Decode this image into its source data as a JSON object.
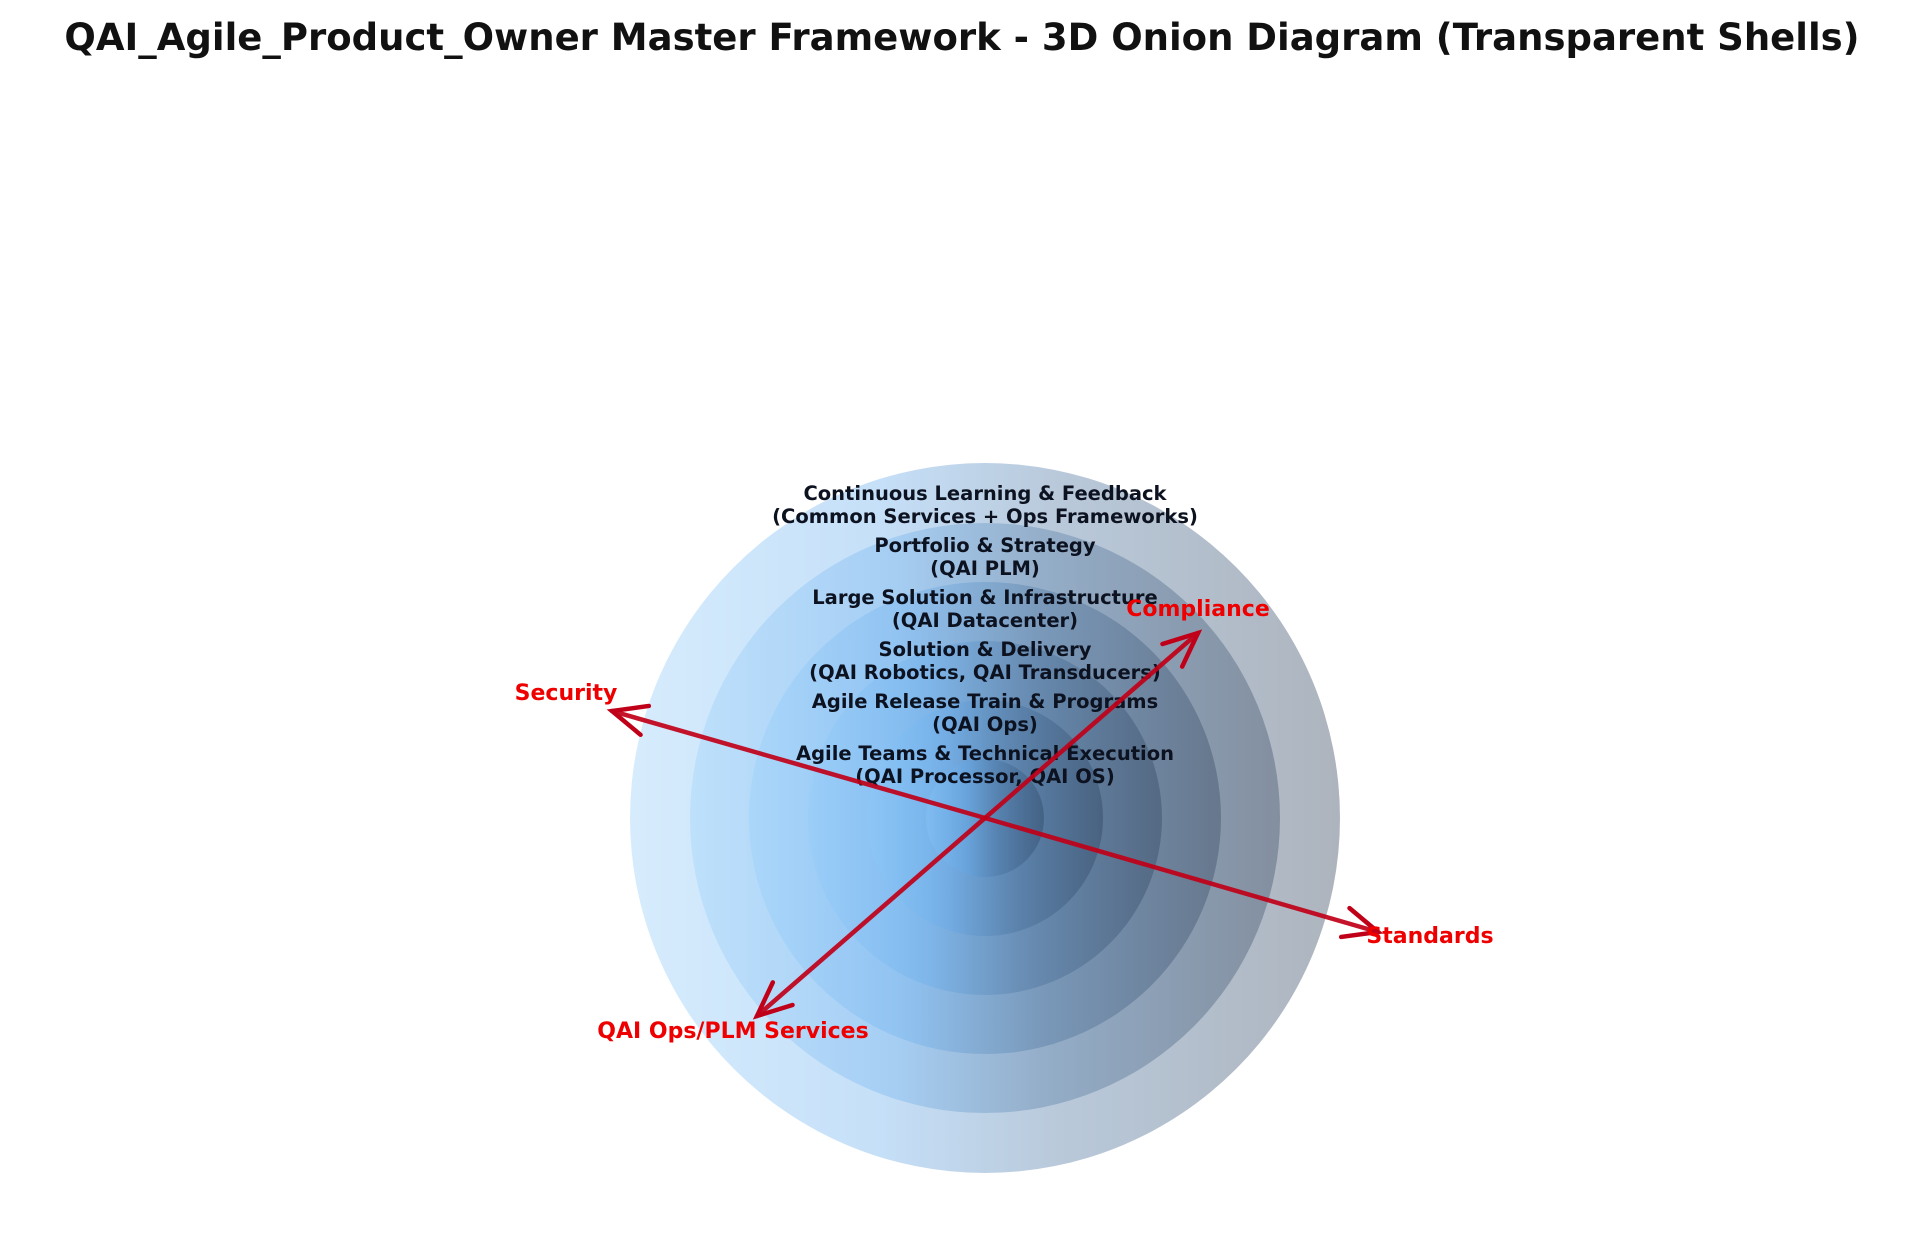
{
  "title": "QAI_Agile_Product_Owner Master Framework - 3D Onion Diagram (Transparent Shells)",
  "layers": [
    {
      "name": "Agile Teams & Technical Execution",
      "detail": "(QAI Processor, QAI OS)"
    },
    {
      "name": "Agile Release Train & Programs",
      "detail": "(QAI Ops)"
    },
    {
      "name": "Solution & Delivery",
      "detail": "(QAI Robotics, QAI Transducers)"
    },
    {
      "name": "Large Solution & Infrastructure",
      "detail": "(QAI Datacenter)"
    },
    {
      "name": "Portfolio & Strategy",
      "detail": "(QAI PLM)"
    },
    {
      "name": "Continuous Learning & Feedback",
      "detail": "(Common Services + Ops Frameworks)"
    }
  ],
  "axes": [
    {
      "label": "Compliance"
    },
    {
      "label": "Security"
    },
    {
      "label": "Standards"
    },
    {
      "label": "QAI Ops/PLM Services"
    }
  ],
  "colors": {
    "axis_arrow": "#c00018",
    "axis_label": "#ee0000",
    "shell_light": "#cfe7fb",
    "shell_core": "#6fb2ee",
    "shell_shadow": "#1f3552"
  }
}
